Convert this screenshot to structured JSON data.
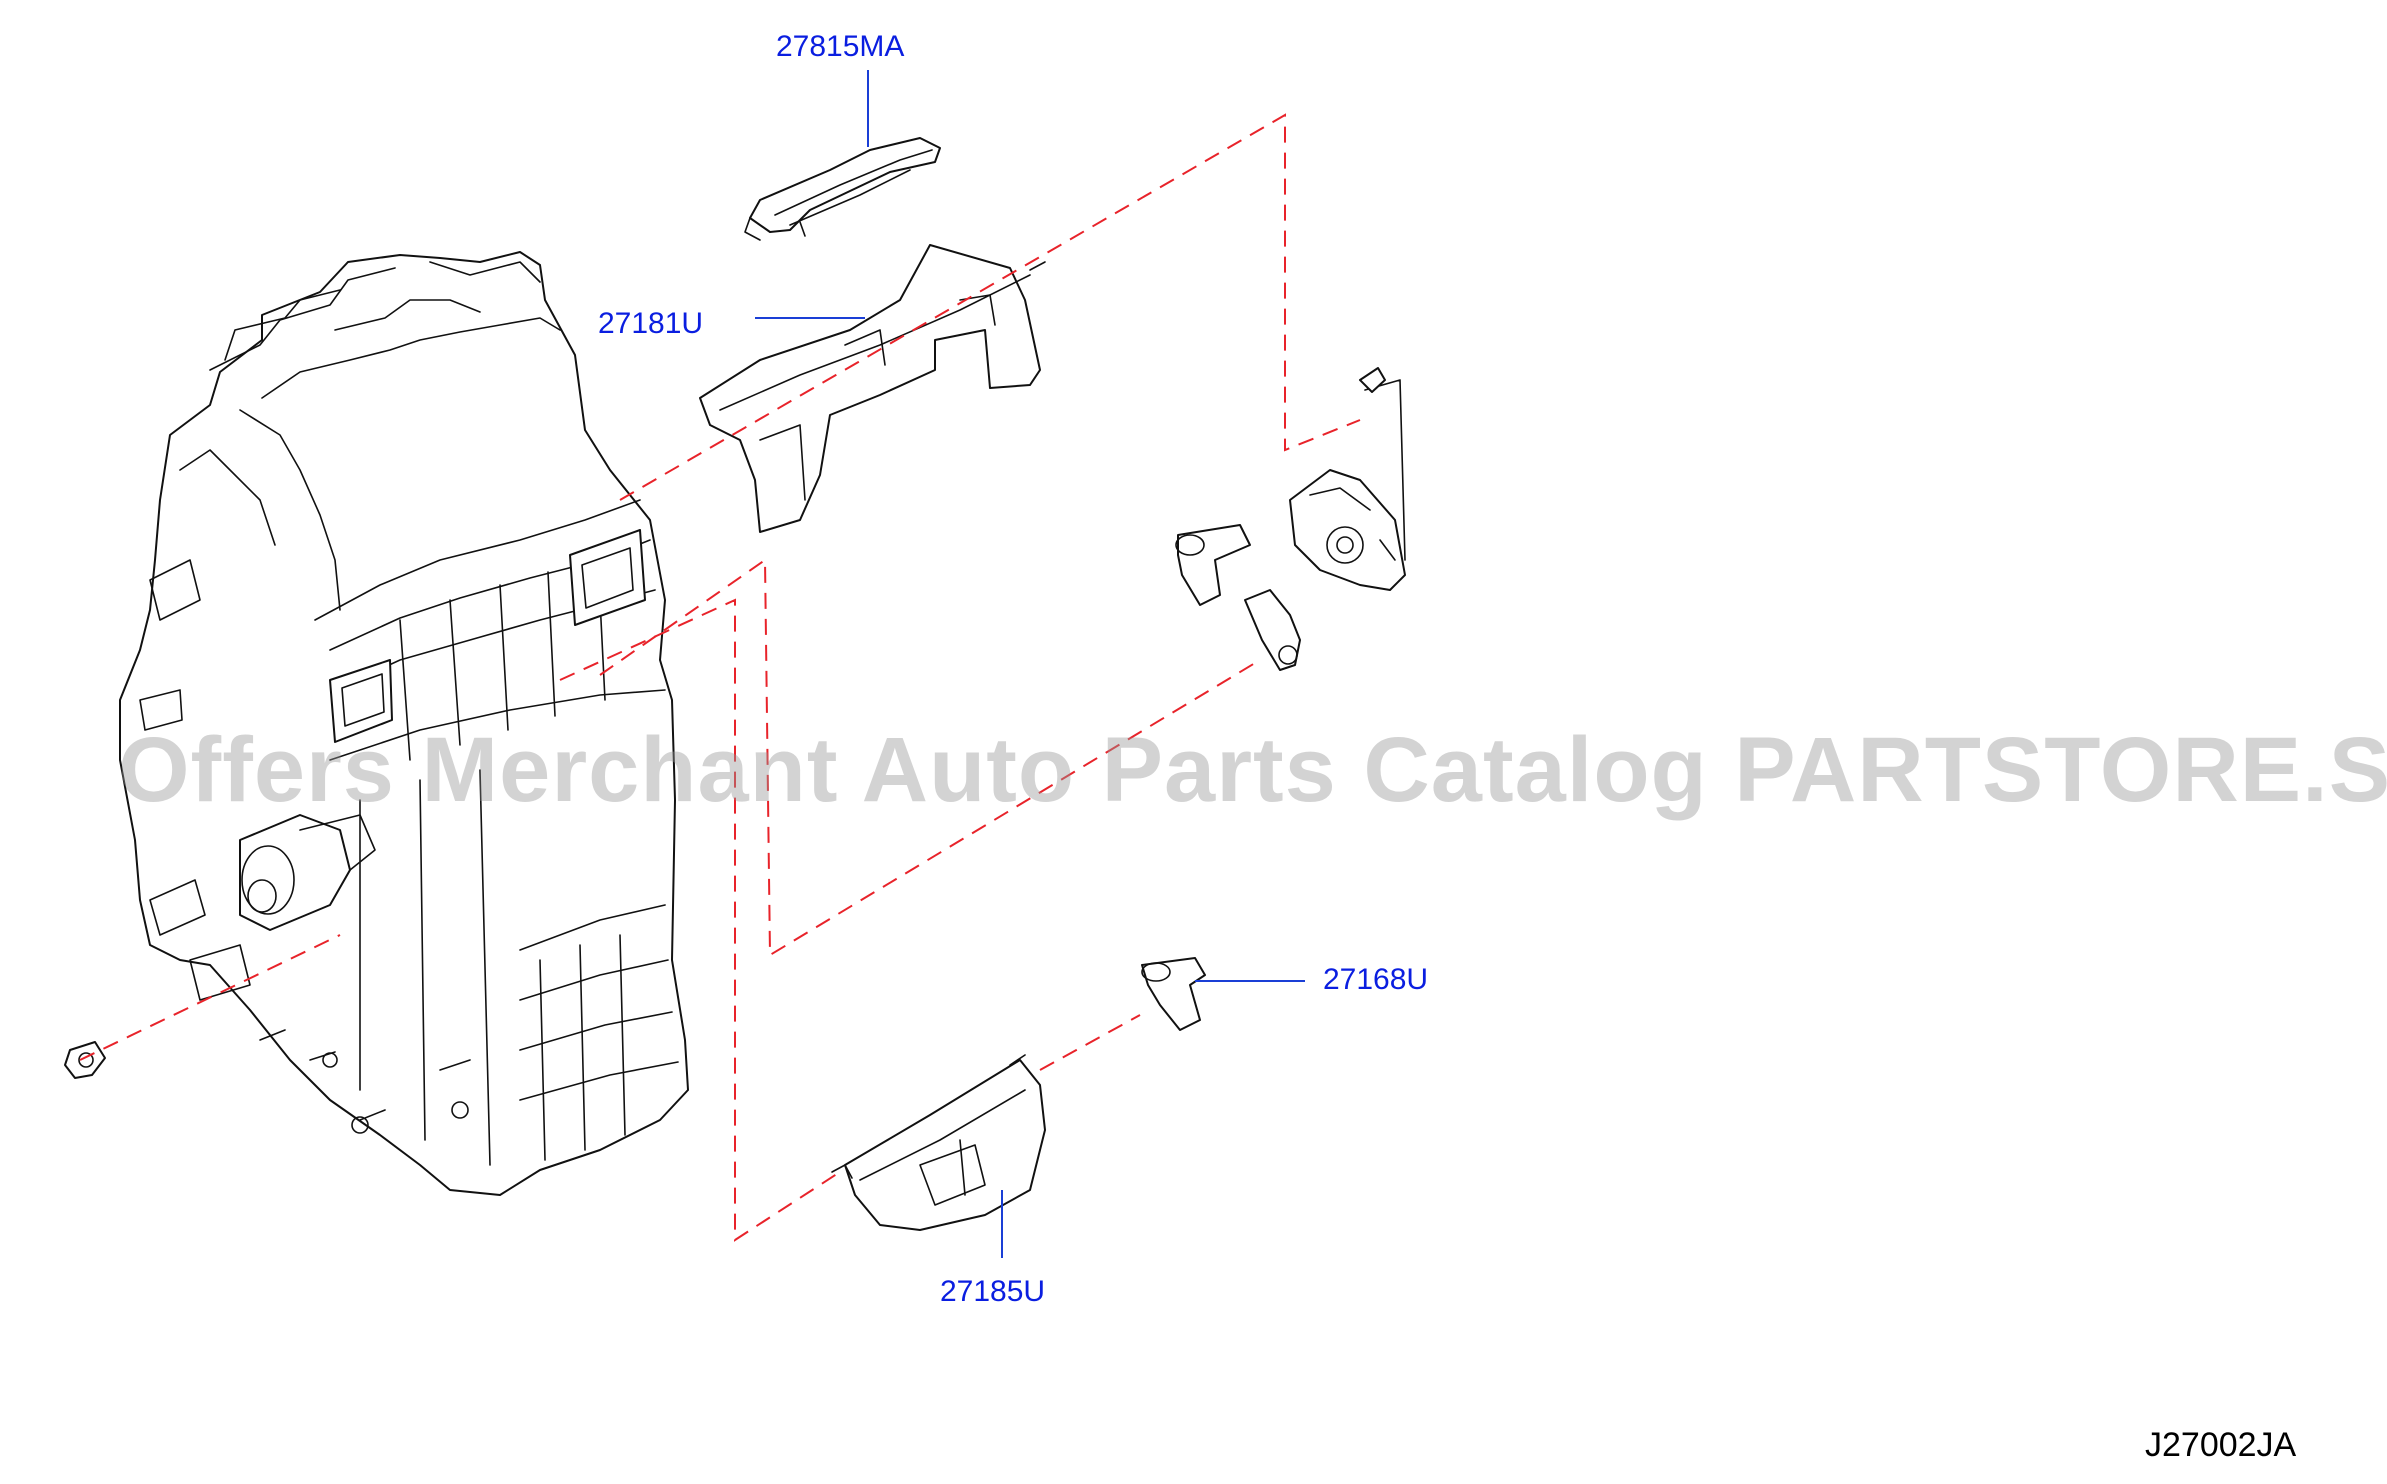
{
  "callouts": {
    "part_27815MA": "27815MA",
    "part_27181U": "27181U",
    "part_27168U": "27168U",
    "part_27185U": "27185U"
  },
  "diagram_code": "J27002JA",
  "watermark": "Offers Merchant Auto Parts Catalog PARTSTORE.SA",
  "colors": {
    "callout_text": "#0a1ee0",
    "leader_line": "#1a3fd6",
    "dashed_guide": "#e8232a",
    "part_outline": "#111111",
    "watermark": "#969696"
  }
}
